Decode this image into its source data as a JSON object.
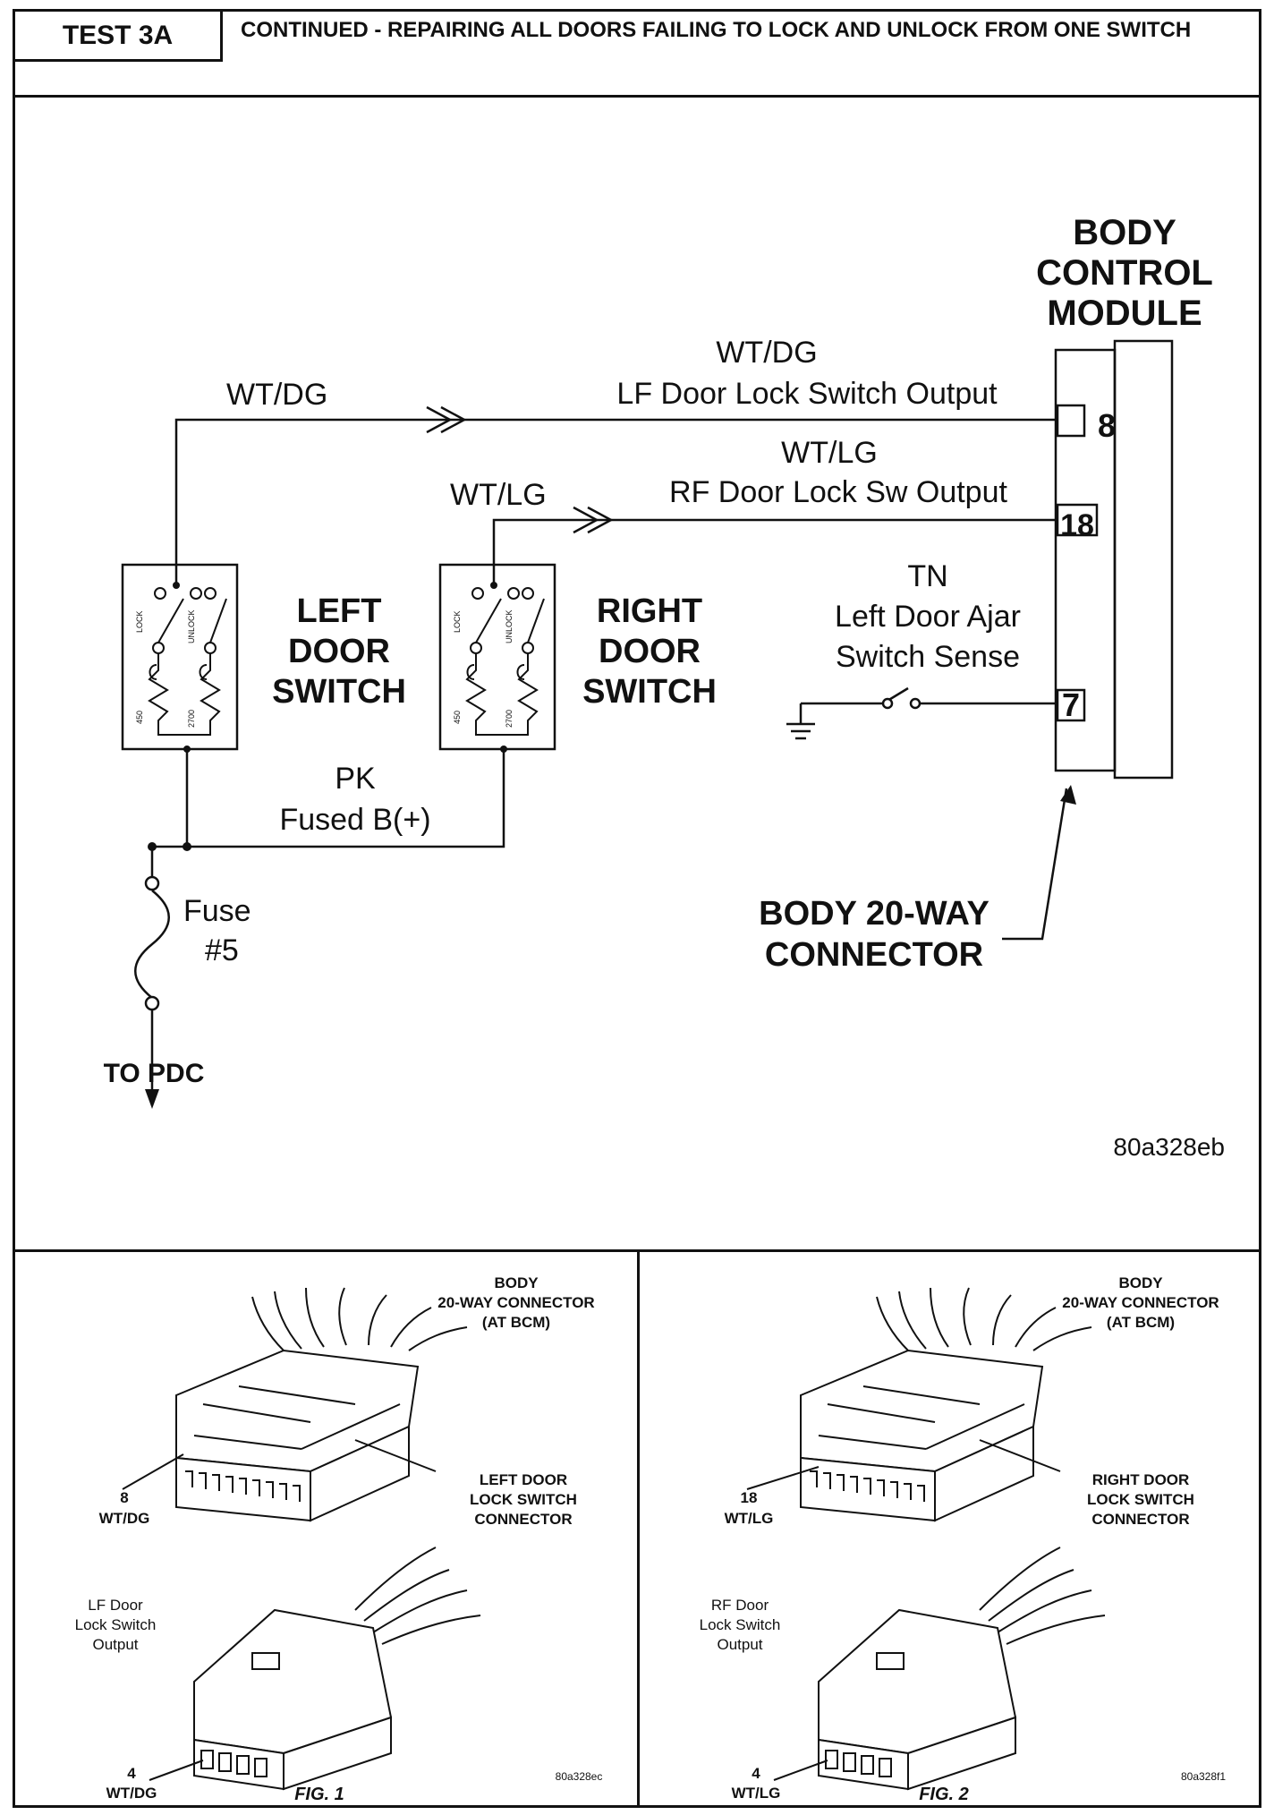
{
  "header": {
    "test_id": "TEST 3A",
    "title": "CONTINUED - REPAIRING ALL DOORS FAILING TO LOCK AND UNLOCK FROM ONE SWITCH"
  },
  "schematic": {
    "bcm_title": [
      "BODY",
      "CONTROL",
      "MODULE"
    ],
    "wire_lf": {
      "color": "WT/DG",
      "color_bcm": "WT/DG",
      "desc": "LF Door Lock Switch Output",
      "pin": "8"
    },
    "wire_rf": {
      "color": "WT/LG",
      "color_bcm": "WT/LG",
      "desc": "RF Door Lock Sw Output",
      "pin": "18"
    },
    "wire_ajar": {
      "color": "TN",
      "desc_line1": "Left Door Ajar",
      "desc_line2": "Switch Sense",
      "pin": "7"
    },
    "left_switch": [
      "LEFT",
      "DOOR",
      "SWITCH"
    ],
    "right_switch": [
      "RIGHT",
      "DOOR",
      "SWITCH"
    ],
    "switch_contacts": {
      "lock": "LOCK",
      "unlock": "UNLOCK",
      "r_lock": "450",
      "r_unlock": "2700"
    },
    "power": {
      "color": "PK",
      "desc": "Fused B(+)"
    },
    "fuse": {
      "line1": "Fuse",
      "line2": "#5"
    },
    "to_pdc": "TO PDC",
    "connector": {
      "line1": "BODY 20-WAY",
      "line2": "CONNECTOR"
    },
    "figure_code": "80a328eb"
  },
  "fig1": {
    "bcm_conn": [
      "BODY",
      "20-WAY CONNECTOR",
      "(AT BCM)"
    ],
    "bcm_pin": "8",
    "bcm_wire": "WT/DG",
    "door_conn": [
      "LEFT DOOR",
      "LOCK SWITCH",
      "CONNECTOR"
    ],
    "output": [
      "LF Door",
      "Lock Switch",
      "Output"
    ],
    "door_pin": "4",
    "door_wire": "WT/DG",
    "code": "80a328ec",
    "caption": "FIG. 1"
  },
  "fig2": {
    "bcm_conn": [
      "BODY",
      "20-WAY CONNECTOR",
      "(AT BCM)"
    ],
    "bcm_pin": "18",
    "bcm_wire": "WT/LG",
    "door_conn": [
      "RIGHT DOOR",
      "LOCK SWITCH",
      "CONNECTOR"
    ],
    "output": [
      "RF Door",
      "Lock Switch",
      "Output"
    ],
    "door_pin": "4",
    "door_wire": "WT/LG",
    "code": "80a328f1",
    "caption": "FIG. 2"
  }
}
